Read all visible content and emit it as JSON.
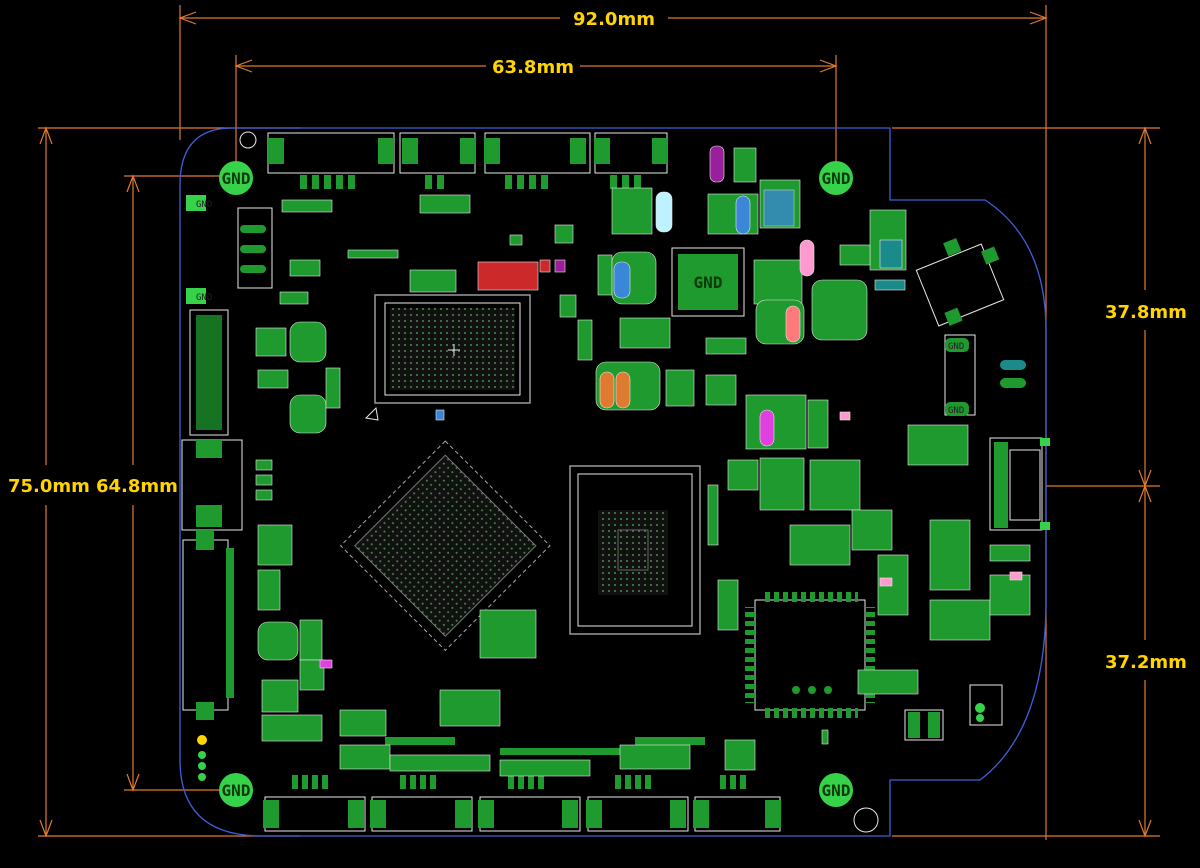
{
  "dimensions": {
    "total_width": "92.0mm",
    "hole_spacing_width": "63.8mm",
    "total_height": "75.0mm",
    "hole_spacing_height": "64.8mm",
    "upper_right_height": "37.8mm",
    "lower_right_height": "37.2mm"
  },
  "labels": {
    "gnd": "GND"
  },
  "colors": {
    "background": "#000000",
    "dimension_line": "#e07a30",
    "dimension_text": "#ffd400",
    "board_outline": "#3f5fd8",
    "silkscreen": "#e8e8e8",
    "pad_green": "#1e9a2e",
    "pad_bright": "#35d24a"
  }
}
